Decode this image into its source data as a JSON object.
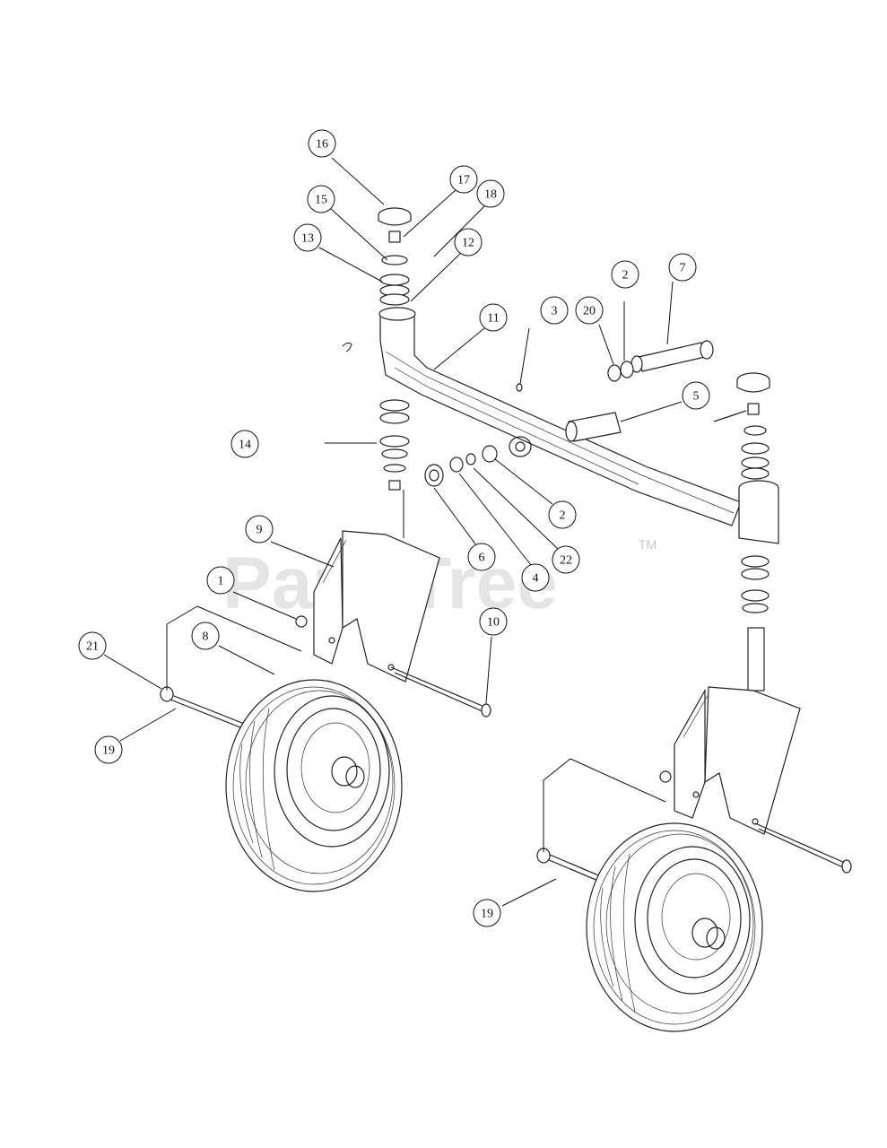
{
  "watermark": {
    "text": "PartsTree",
    "trademark": "TM"
  },
  "callouts": [
    "16",
    "17",
    "18",
    "15",
    "13",
    "12",
    "11",
    "3",
    "2",
    "20",
    "7",
    "5",
    "14",
    "6",
    "4",
    "22",
    "2",
    "9",
    "1",
    "8",
    "21",
    "10",
    "19",
    "19"
  ],
  "colors": {
    "line": "#222222",
    "watermark": "#d0d0d0",
    "background": "#ffffff"
  }
}
